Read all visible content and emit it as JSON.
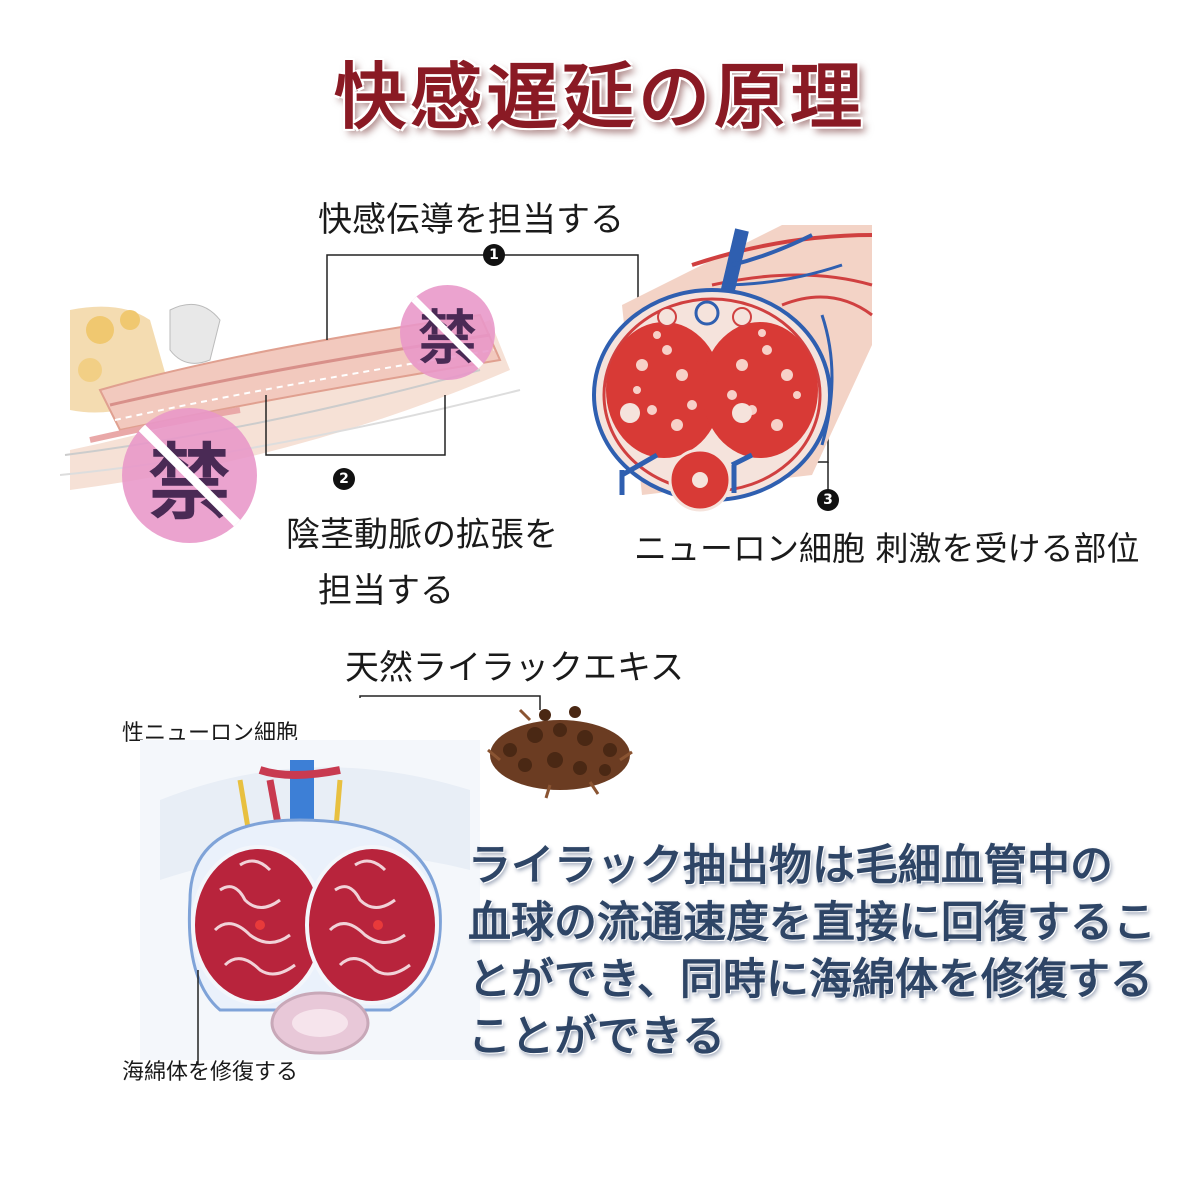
{
  "title": "快感遅延の原理",
  "top_diagram": {
    "label_1": "快感伝導を担当する",
    "label_2_line1": "陰茎動脈の拡張を",
    "label_2_line2": "担当する",
    "label_3": "ニューロン細胞 刺激を受ける部位",
    "marker_1": "1",
    "marker_2": "2",
    "marker_3": "3",
    "ban_glyph": "禁"
  },
  "bottom_diagram": {
    "extract_label": "天然ライラックエキス",
    "neuron_label": "性ニューロン細胞",
    "repair_label": "海綿体を修復する"
  },
  "description": {
    "line1": "ライラック抽出物は毛細血管中の",
    "line2": "血球の流通速度を直接に回復するこ",
    "line3": "とができ、同時に海綿体を修復する",
    "line4": "ことができる"
  },
  "colors": {
    "title": "#8a1a24",
    "description": "#2e4566",
    "ban_badge": "#e896c8",
    "tissue_red": "#c8302c",
    "vessel_blue": "#2f5fb0"
  }
}
